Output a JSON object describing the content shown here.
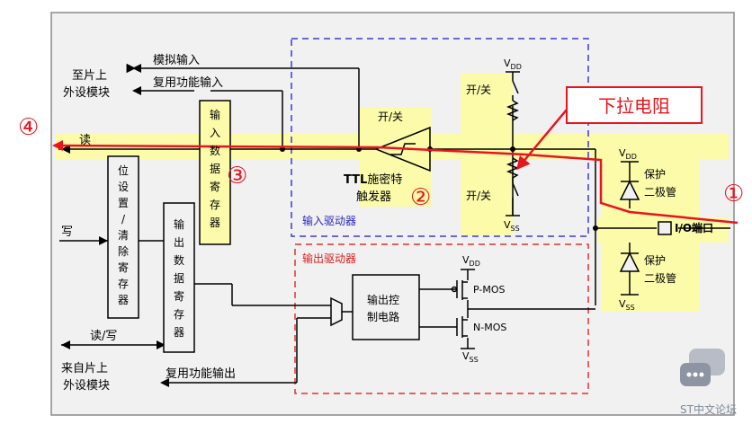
{
  "labels": {
    "to_onchip_l1": "至片上",
    "to_onchip_l2": "外设模块",
    "analog_input": "模拟输入",
    "alt_func_input": "复用功能输入",
    "read": "读",
    "write": "写",
    "read_write": "读/写",
    "from_onchip_l1": "来自片上",
    "from_onchip_l2": "外设模块",
    "alt_func_output": "复用功能输出",
    "input_data_reg": [
      "输",
      "入",
      "数",
      "据",
      "寄",
      "存",
      "器"
    ],
    "bsrr": [
      "位",
      "设",
      "置",
      "/",
      "清",
      "除",
      "寄",
      "存",
      "器"
    ],
    "output_data_reg": [
      "输",
      "出",
      "数",
      "据",
      "寄",
      "存",
      "器"
    ],
    "ttl_schmitt_l1_a": "TTL",
    "ttl_schmitt_l1_b": "施密特",
    "ttl_schmitt_l2": "触发器",
    "on_off_top": "开/关",
    "on_off_mid": "开/关",
    "on_off_bottom": "开/关",
    "vdd_base": "V",
    "vdd_sub": "DD",
    "vss_base": "V",
    "vss_sub": "SS",
    "input_driver": "输入驱动器",
    "output_driver": "输出驱动器",
    "output_ctrl_l1": "输出控",
    "output_ctrl_l2": "制电路",
    "pmos": "P-MOS",
    "nmos": "N-MOS",
    "protect_l1": "保护",
    "protect_l2": "二极管",
    "io_port": "I/O端口",
    "pull_down_resistor": "下拉电阻"
  },
  "markers": {
    "m1": "①",
    "m2": "②",
    "m3": "③",
    "m4": "④"
  },
  "watermark": "ST中文论坛",
  "colors": {
    "highlight": "#fbfbaa",
    "read_path": "#e8141e",
    "input_driver_box": "#3b3bd6",
    "output_driver_box": "#e33232",
    "panel": "#f1f1f1"
  }
}
